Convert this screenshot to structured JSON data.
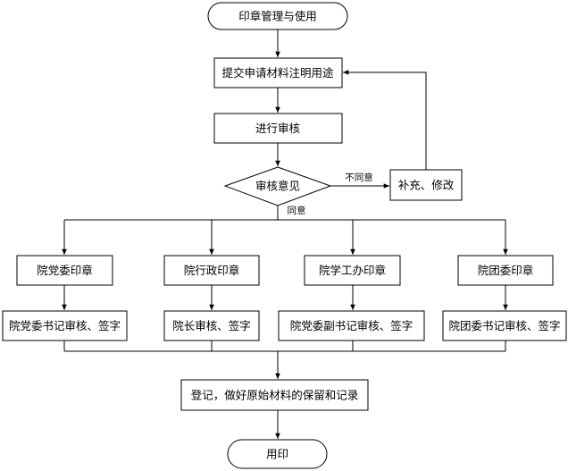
{
  "nodes": {
    "start": "印章管理与使用",
    "submit": "提交申请材料注明用途",
    "review": "进行审核",
    "decision": "审核意见",
    "supplement": "补充、修改",
    "party_seal": "院党委印章",
    "admin_seal": "院行政印章",
    "student_seal": "院学工办印章",
    "league_seal": "院团委印章",
    "party_sign": "院党委书记审核、签字",
    "dean_sign": "院长审核、签字",
    "deputy_sign": "院党委副书记审核、签字",
    "league_sign": "院团委书记审核、签字",
    "register": "登记，做好原始材料的保留和记录",
    "use": "用印"
  },
  "edge_labels": {
    "disagree": "不同意",
    "agree": "同意"
  }
}
